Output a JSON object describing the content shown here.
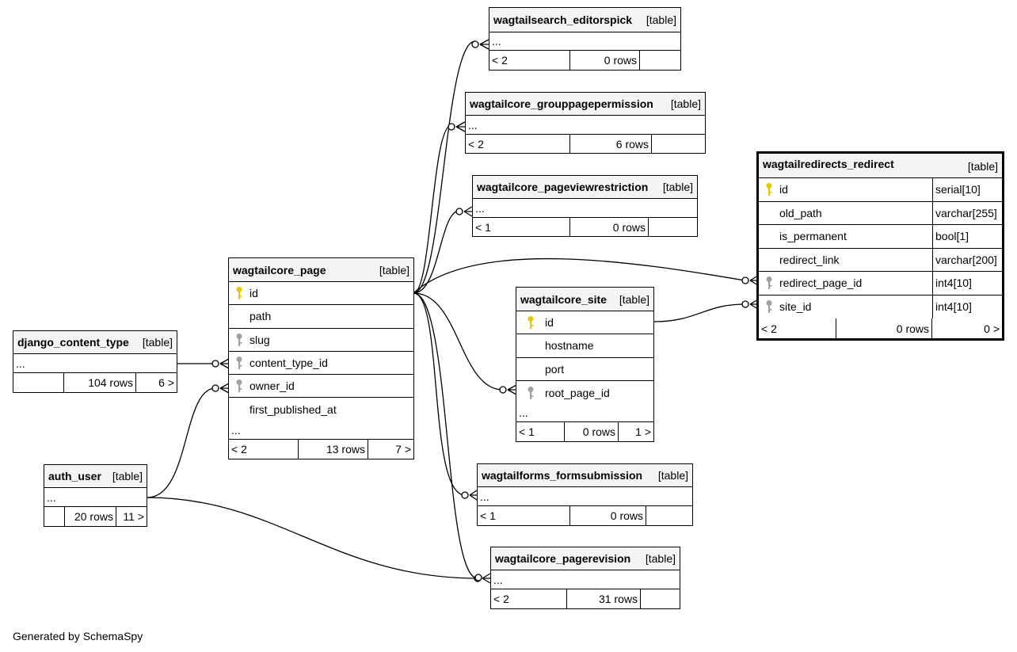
{
  "footer": "Generated by SchemaSpy",
  "colors": {
    "pk_key": "#e6c800",
    "fk_key": "#a0a0a0",
    "header_bg": "#f4f4f4",
    "line": "#000000"
  },
  "tables": {
    "editorspick": {
      "name": "wagtailsearch_editorspick",
      "type": "[table]",
      "body": "...",
      "parents": "< 2",
      "rows": "0 rows",
      "children": ""
    },
    "grouppageperm": {
      "name": "wagtailcore_grouppagepermission",
      "type": "[table]",
      "body": "...",
      "parents": "< 2",
      "rows": "6 rows",
      "children": ""
    },
    "pageviewrestr": {
      "name": "wagtailcore_pageviewrestriction",
      "type": "[table]",
      "body": "...",
      "parents": "< 1",
      "rows": "0 rows",
      "children": ""
    },
    "redirect": {
      "name": "wagtailredirects_redirect",
      "type": "[table]",
      "columns": [
        {
          "name": "id",
          "type": "serial[10]",
          "key": "pk"
        },
        {
          "name": "old_path",
          "type": "varchar[255]",
          "key": ""
        },
        {
          "name": "is_permanent",
          "type": "bool[1]",
          "key": ""
        },
        {
          "name": "redirect_link",
          "type": "varchar[200]",
          "key": ""
        },
        {
          "name": "redirect_page_id",
          "type": "int4[10]",
          "key": "fk"
        },
        {
          "name": "site_id",
          "type": "int4[10]",
          "key": "fk"
        }
      ],
      "parents": "< 2",
      "rows": "0 rows",
      "children": "0 >"
    },
    "page": {
      "name": "wagtailcore_page",
      "type": "[table]",
      "columns": [
        {
          "name": "id",
          "key": "pk"
        },
        {
          "name": "path",
          "key": ""
        },
        {
          "name": "slug",
          "key": "fk"
        },
        {
          "name": "content_type_id",
          "key": "fk"
        },
        {
          "name": "owner_id",
          "key": "fk"
        },
        {
          "name": "first_published_at",
          "key": ""
        }
      ],
      "more": "...",
      "parents": "< 2",
      "rows": "13 rows",
      "children": "7 >"
    },
    "site": {
      "name": "wagtailcore_site",
      "type": "[table]",
      "columns": [
        {
          "name": "id",
          "key": "pk"
        },
        {
          "name": "hostname",
          "key": ""
        },
        {
          "name": "port",
          "key": ""
        },
        {
          "name": "root_page_id",
          "key": "fk"
        }
      ],
      "more": "...",
      "parents": "< 1",
      "rows": "0 rows",
      "children": "1 >"
    },
    "contenttype": {
      "name": "django_content_type",
      "type": "[table]",
      "body": "...",
      "parents": "",
      "rows": "104 rows",
      "children": "6 >"
    },
    "authuser": {
      "name": "auth_user",
      "type": "[table]",
      "body": "...",
      "parents": "",
      "rows": "20 rows",
      "children": "11 >"
    },
    "formsubmission": {
      "name": "wagtailforms_formsubmission",
      "type": "[table]",
      "body": "...",
      "parents": "< 1",
      "rows": "0 rows",
      "children": ""
    },
    "pagerevision": {
      "name": "wagtailcore_pagerevision",
      "type": "[table]",
      "body": "...",
      "parents": "< 2",
      "rows": "31 rows",
      "children": ""
    }
  }
}
